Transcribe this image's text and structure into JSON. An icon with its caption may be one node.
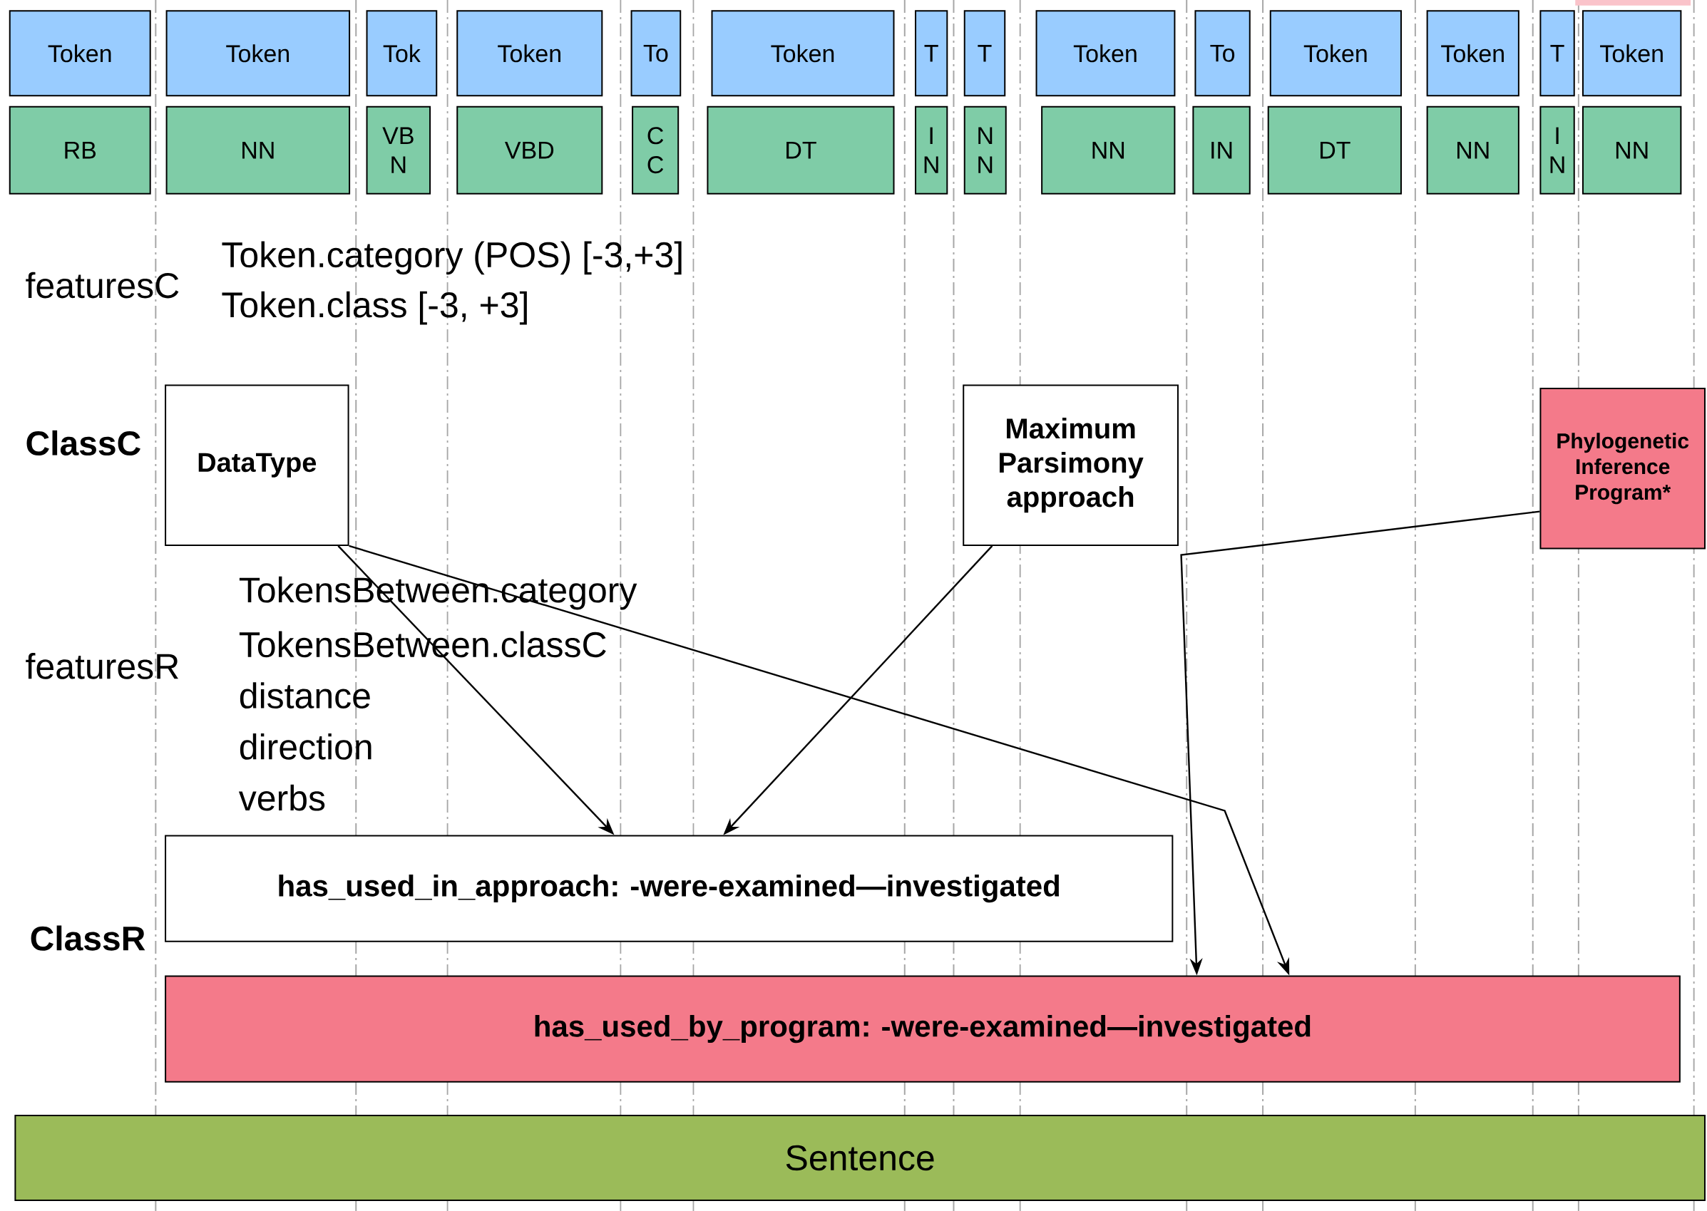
{
  "diagram": {
    "nodes": [
      {
        "text": [
          "Token"
        ]
      },
      {
        "text": [
          "Token"
        ]
      },
      {
        "text": [
          "Tok"
        ]
      },
      {
        "text": [
          "Token"
        ]
      },
      {
        "text": [
          "To"
        ]
      },
      {
        "text": [
          "Token"
        ]
      },
      {
        "text": [
          "T"
        ]
      },
      {
        "text": [
          "T"
        ]
      },
      {
        "text": [
          "Token"
        ]
      },
      {
        "text": [
          "To"
        ]
      },
      {
        "text": [
          "Token"
        ]
      },
      {
        "text": [
          "Token"
        ]
      },
      {
        "text": [
          "T"
        ]
      },
      {
        "text": [
          "Token"
        ]
      },
      {
        "text": [
          "RB"
        ]
      },
      {
        "text": [
          "NN"
        ]
      },
      {
        "text": [
          "VB N"
        ]
      },
      {
        "text": [
          "VBD"
        ]
      },
      {
        "text": [
          "C C"
        ]
      },
      {
        "text": [
          "DT"
        ]
      },
      {
        "text": [
          "I N"
        ]
      },
      {
        "text": [
          "N N"
        ]
      },
      {
        "text": [
          "NN"
        ]
      },
      {
        "text": [
          "IN"
        ]
      },
      {
        "text": [
          "DT"
        ]
      },
      {
        "text": [
          "NN"
        ]
      },
      {
        "text": [
          "I N"
        ]
      },
      {
        "text": [
          "NN"
        ]
      },
      {
        "text": [
          "DataType"
        ]
      },
      {
        "text": [
          "Maximum Parsimony approach"
        ]
      },
      {
        "text": [
          "Phylogenetic Inference Program*"
        ]
      },
      {
        "text": [
          "has_used_in_approach: -were-examined—investigated"
        ]
      },
      {
        "text": [
          "has_used_by_program: -were-examined—investigated"
        ]
      },
      {
        "text": [
          "Sentence"
        ]
      }
    ],
    "edges": [
      {
        "from": 28,
        "to": 31,
        "arrow": "to"
      },
      {
        "from": 28,
        "to": 32,
        "arrow": "to"
      },
      {
        "from": 29,
        "to": 31,
        "arrow": "to"
      },
      {
        "from": 30,
        "to": 32,
        "arrow": "to"
      }
    ],
    "labels": [
      "featuresC",
      "Token.category (POS) [-3,+3]",
      "Token.class [-3, +3]",
      "ClassC",
      "featuresR",
      "TokensBetween.category",
      "TokensBetween.classC",
      "distance",
      "direction",
      "verbs",
      "ClassR"
    ]
  }
}
